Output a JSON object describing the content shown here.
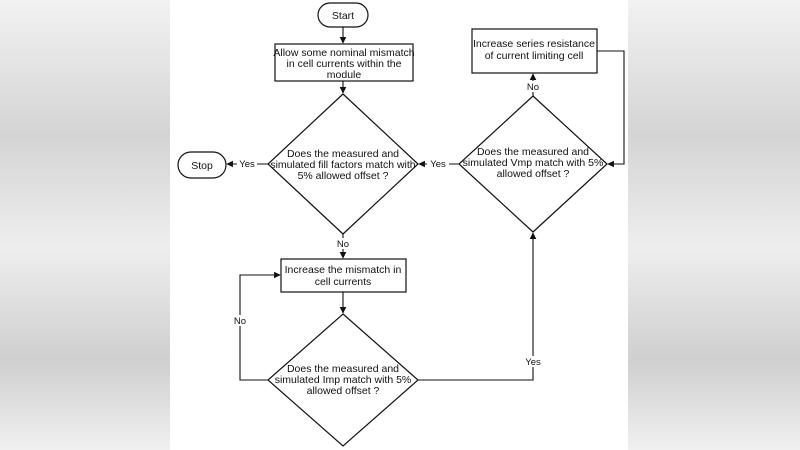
{
  "nodes": {
    "start": "Start",
    "stop": "Stop",
    "allow_mismatch": [
      "Allow some nominal mismatch",
      "in cell currents within the",
      "module"
    ],
    "ff_decision": [
      "Does the measured and",
      "simulated fill factors match with",
      "5% allowed offset ?"
    ],
    "vmp_decision": [
      "Does the measured and",
      "simulated Vmp match with 5%",
      "allowed offset ?"
    ],
    "increase_resistance": [
      "Increase series resistance",
      "of current limiting cell"
    ],
    "increase_mismatch": [
      "Increase the mismatch in",
      "cell currents"
    ],
    "imp_decision": [
      "Does the measured and",
      "simulated Imp match with 5%",
      "allowed offset ?"
    ]
  },
  "edges": {
    "ff_yes": "Yes",
    "ff_no": "No",
    "vmp_yes": "Yes",
    "vmp_no": "No",
    "imp_yes": "Yes",
    "imp_no": "No"
  },
  "colors": {
    "line": "#111111",
    "background": "#ffffff"
  }
}
